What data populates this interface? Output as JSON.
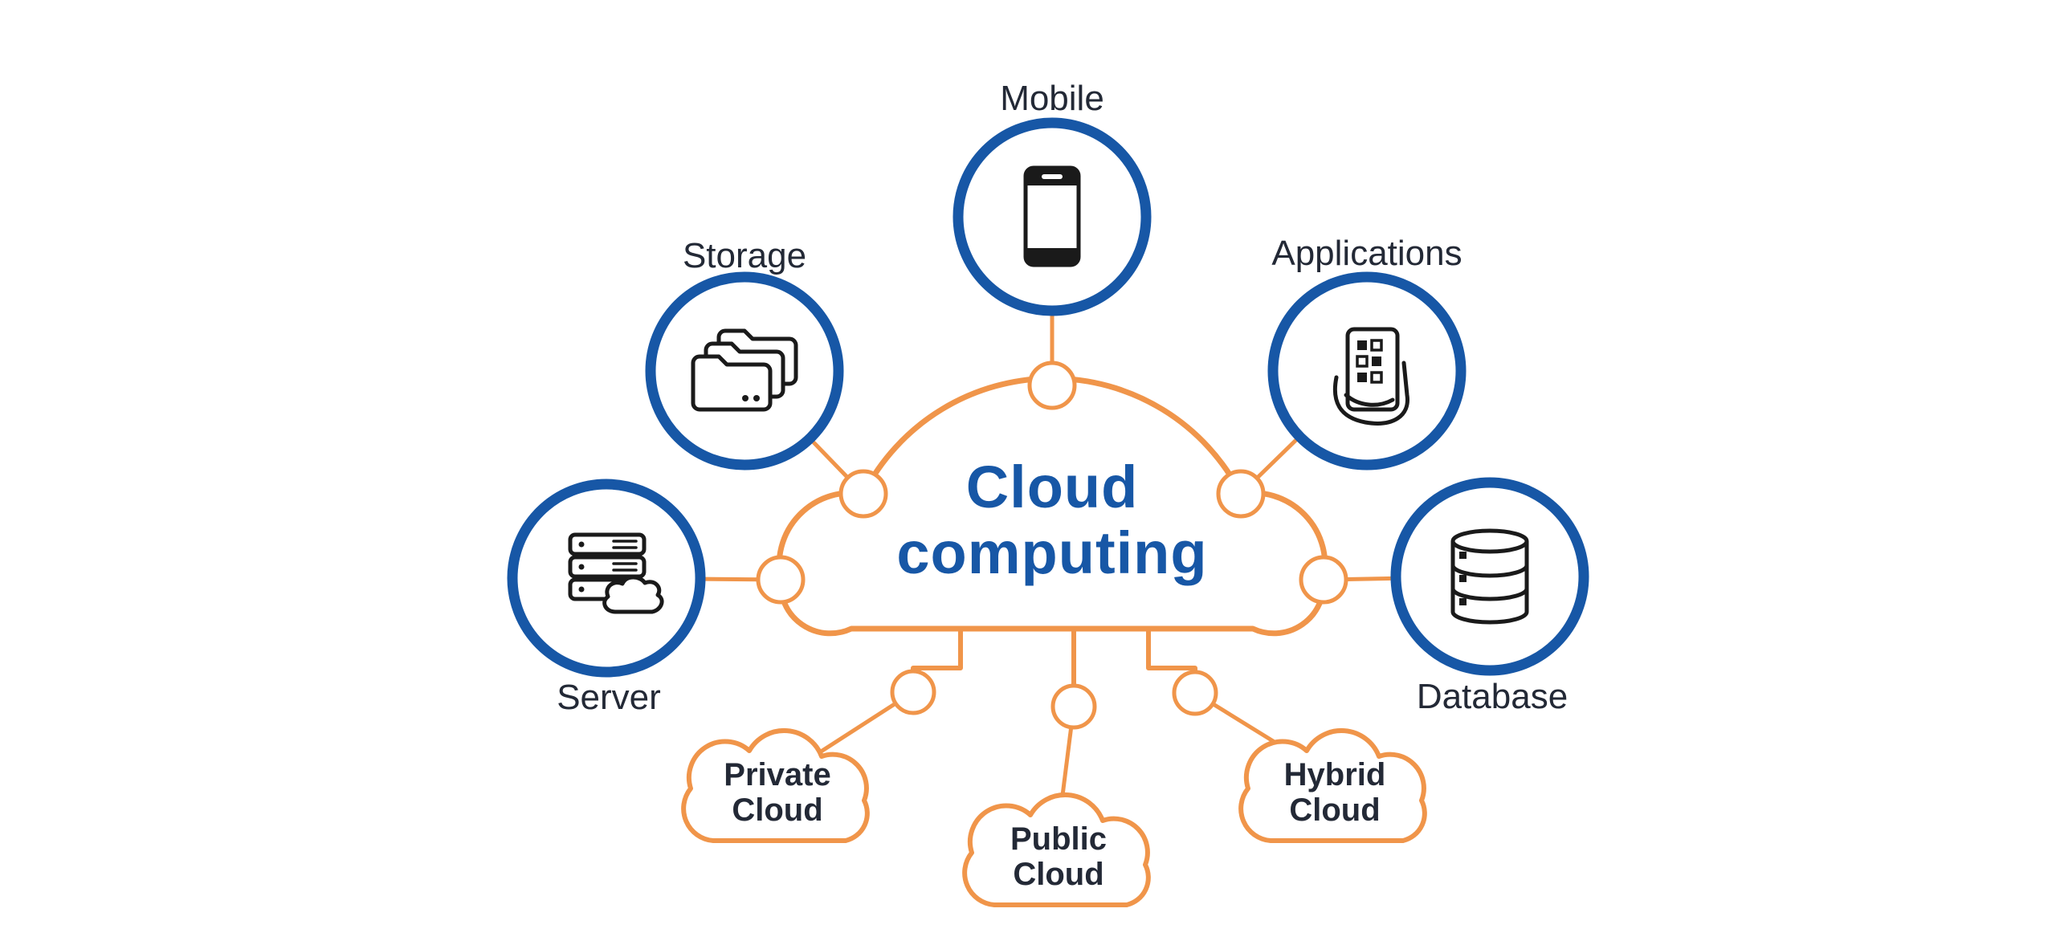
{
  "diagram": {
    "title": {
      "line1": "Cloud",
      "line2": "computing"
    }
  },
  "nodes": {
    "mobile": {
      "label": "Mobile",
      "icon": "smartphone-icon"
    },
    "storage": {
      "label": "Storage",
      "icon": "folders-icon"
    },
    "applications": {
      "label": "Applications",
      "icon": "hand-holding-app-icon"
    },
    "server": {
      "label": "Server",
      "icon": "server-rack-cloud-icon"
    },
    "database": {
      "label": "Database",
      "icon": "database-cylinder-icon"
    }
  },
  "sub_clouds": {
    "private": {
      "line1": "Private",
      "line2": "Cloud"
    },
    "public": {
      "line1": "Public",
      "line2": "Cloud"
    },
    "hybrid": {
      "line1": "Hybrid",
      "line2": "Cloud"
    }
  },
  "colors": {
    "orange": "#F0954A",
    "blue": "#1757A6",
    "ink": "#1A1A1A",
    "label": "#232936"
  }
}
